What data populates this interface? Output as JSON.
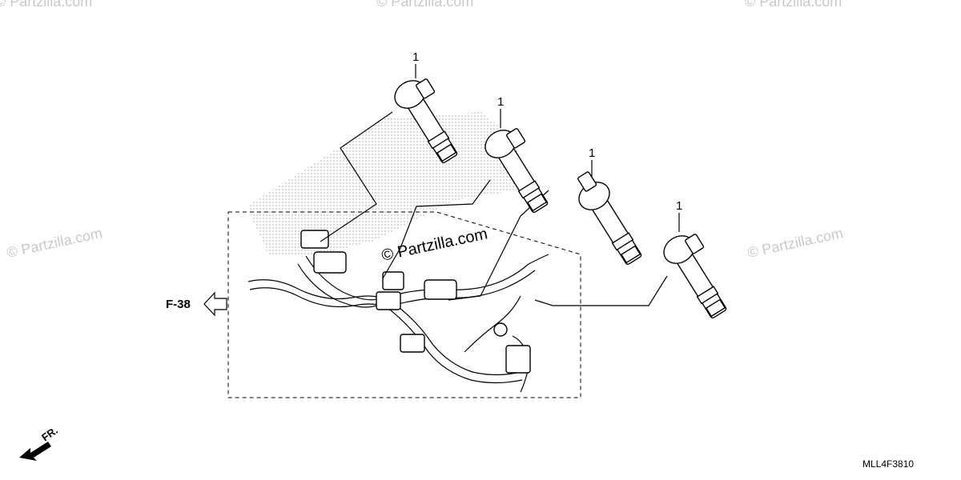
{
  "watermark": {
    "brand": "© Partzilla.com",
    "center": "© Partzilla.com"
  },
  "callouts": {
    "coil_1": "1",
    "coil_2": "1",
    "coil_3": "1",
    "coil_4": "1"
  },
  "reference": {
    "label": "F-38"
  },
  "direction": {
    "label": "FR."
  },
  "drawing_code": "MLL4F3810"
}
